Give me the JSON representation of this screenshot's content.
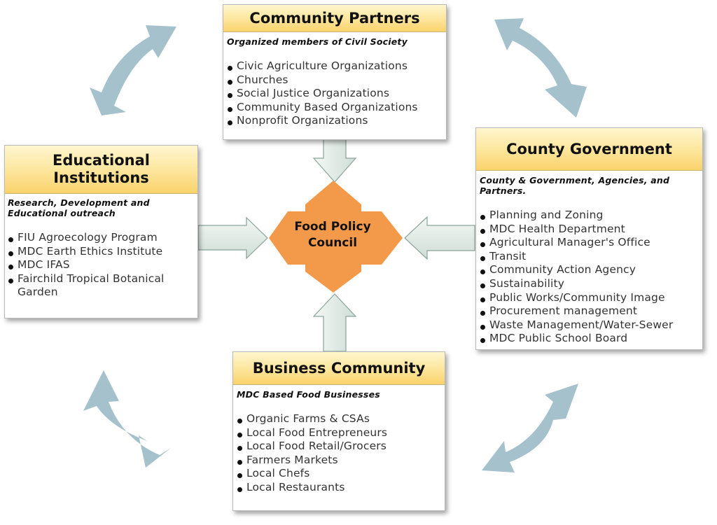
{
  "hub": {
    "label_line1": "Food Policy",
    "label_line2": "Council"
  },
  "community_partners": {
    "title": "Community Partners",
    "subtitle": "Organized members of Civil Society",
    "items": [
      "Civic Agriculture Organizations",
      "Churches",
      "Social Justice Organizations",
      "Community Based Organizations",
      "Nonprofit Organizations"
    ]
  },
  "educational_institutions": {
    "title_line1": "Educational",
    "title_line2": "Institutions",
    "subtitle_line1": "Research, Development and",
    "subtitle_line2": "Educational outreach",
    "items": [
      "FIU Agroecology Program",
      "MDC Earth Ethics Institute",
      "MDC IFAS",
      "Fairchild Tropical Botanical Garden"
    ]
  },
  "county_government": {
    "title": "County Government",
    "subtitle_line1": "County & Government, Agencies, and",
    "subtitle_line2": "Partners.",
    "items": [
      "Planning and Zoning",
      "MDC Health Department",
      "Agricultural Manager's Office",
      "Transit",
      "Community Action Agency",
      "Sustainability",
      "Public Works/Community Image",
      "Procurement management",
      "Waste Management/Water-Sewer",
      "MDC Public School Board"
    ]
  },
  "business_community": {
    "title": "Business Community",
    "subtitle": "MDC Based Food Businesses",
    "items": [
      "Organic Farms & CSAs",
      "Local Food Entrepreneurs",
      "Local Food Retail/Grocers",
      "Farmers Markets",
      "Local Chefs",
      "Local Restaurants"
    ]
  },
  "colors": {
    "hub_fill": "#f39a4a",
    "cycle_arrow": "#a5c1cc",
    "straight_arrow_fill": "#e6efe9",
    "straight_arrow_stroke": "#8aa39a",
    "header_gold": "#fad26c"
  }
}
